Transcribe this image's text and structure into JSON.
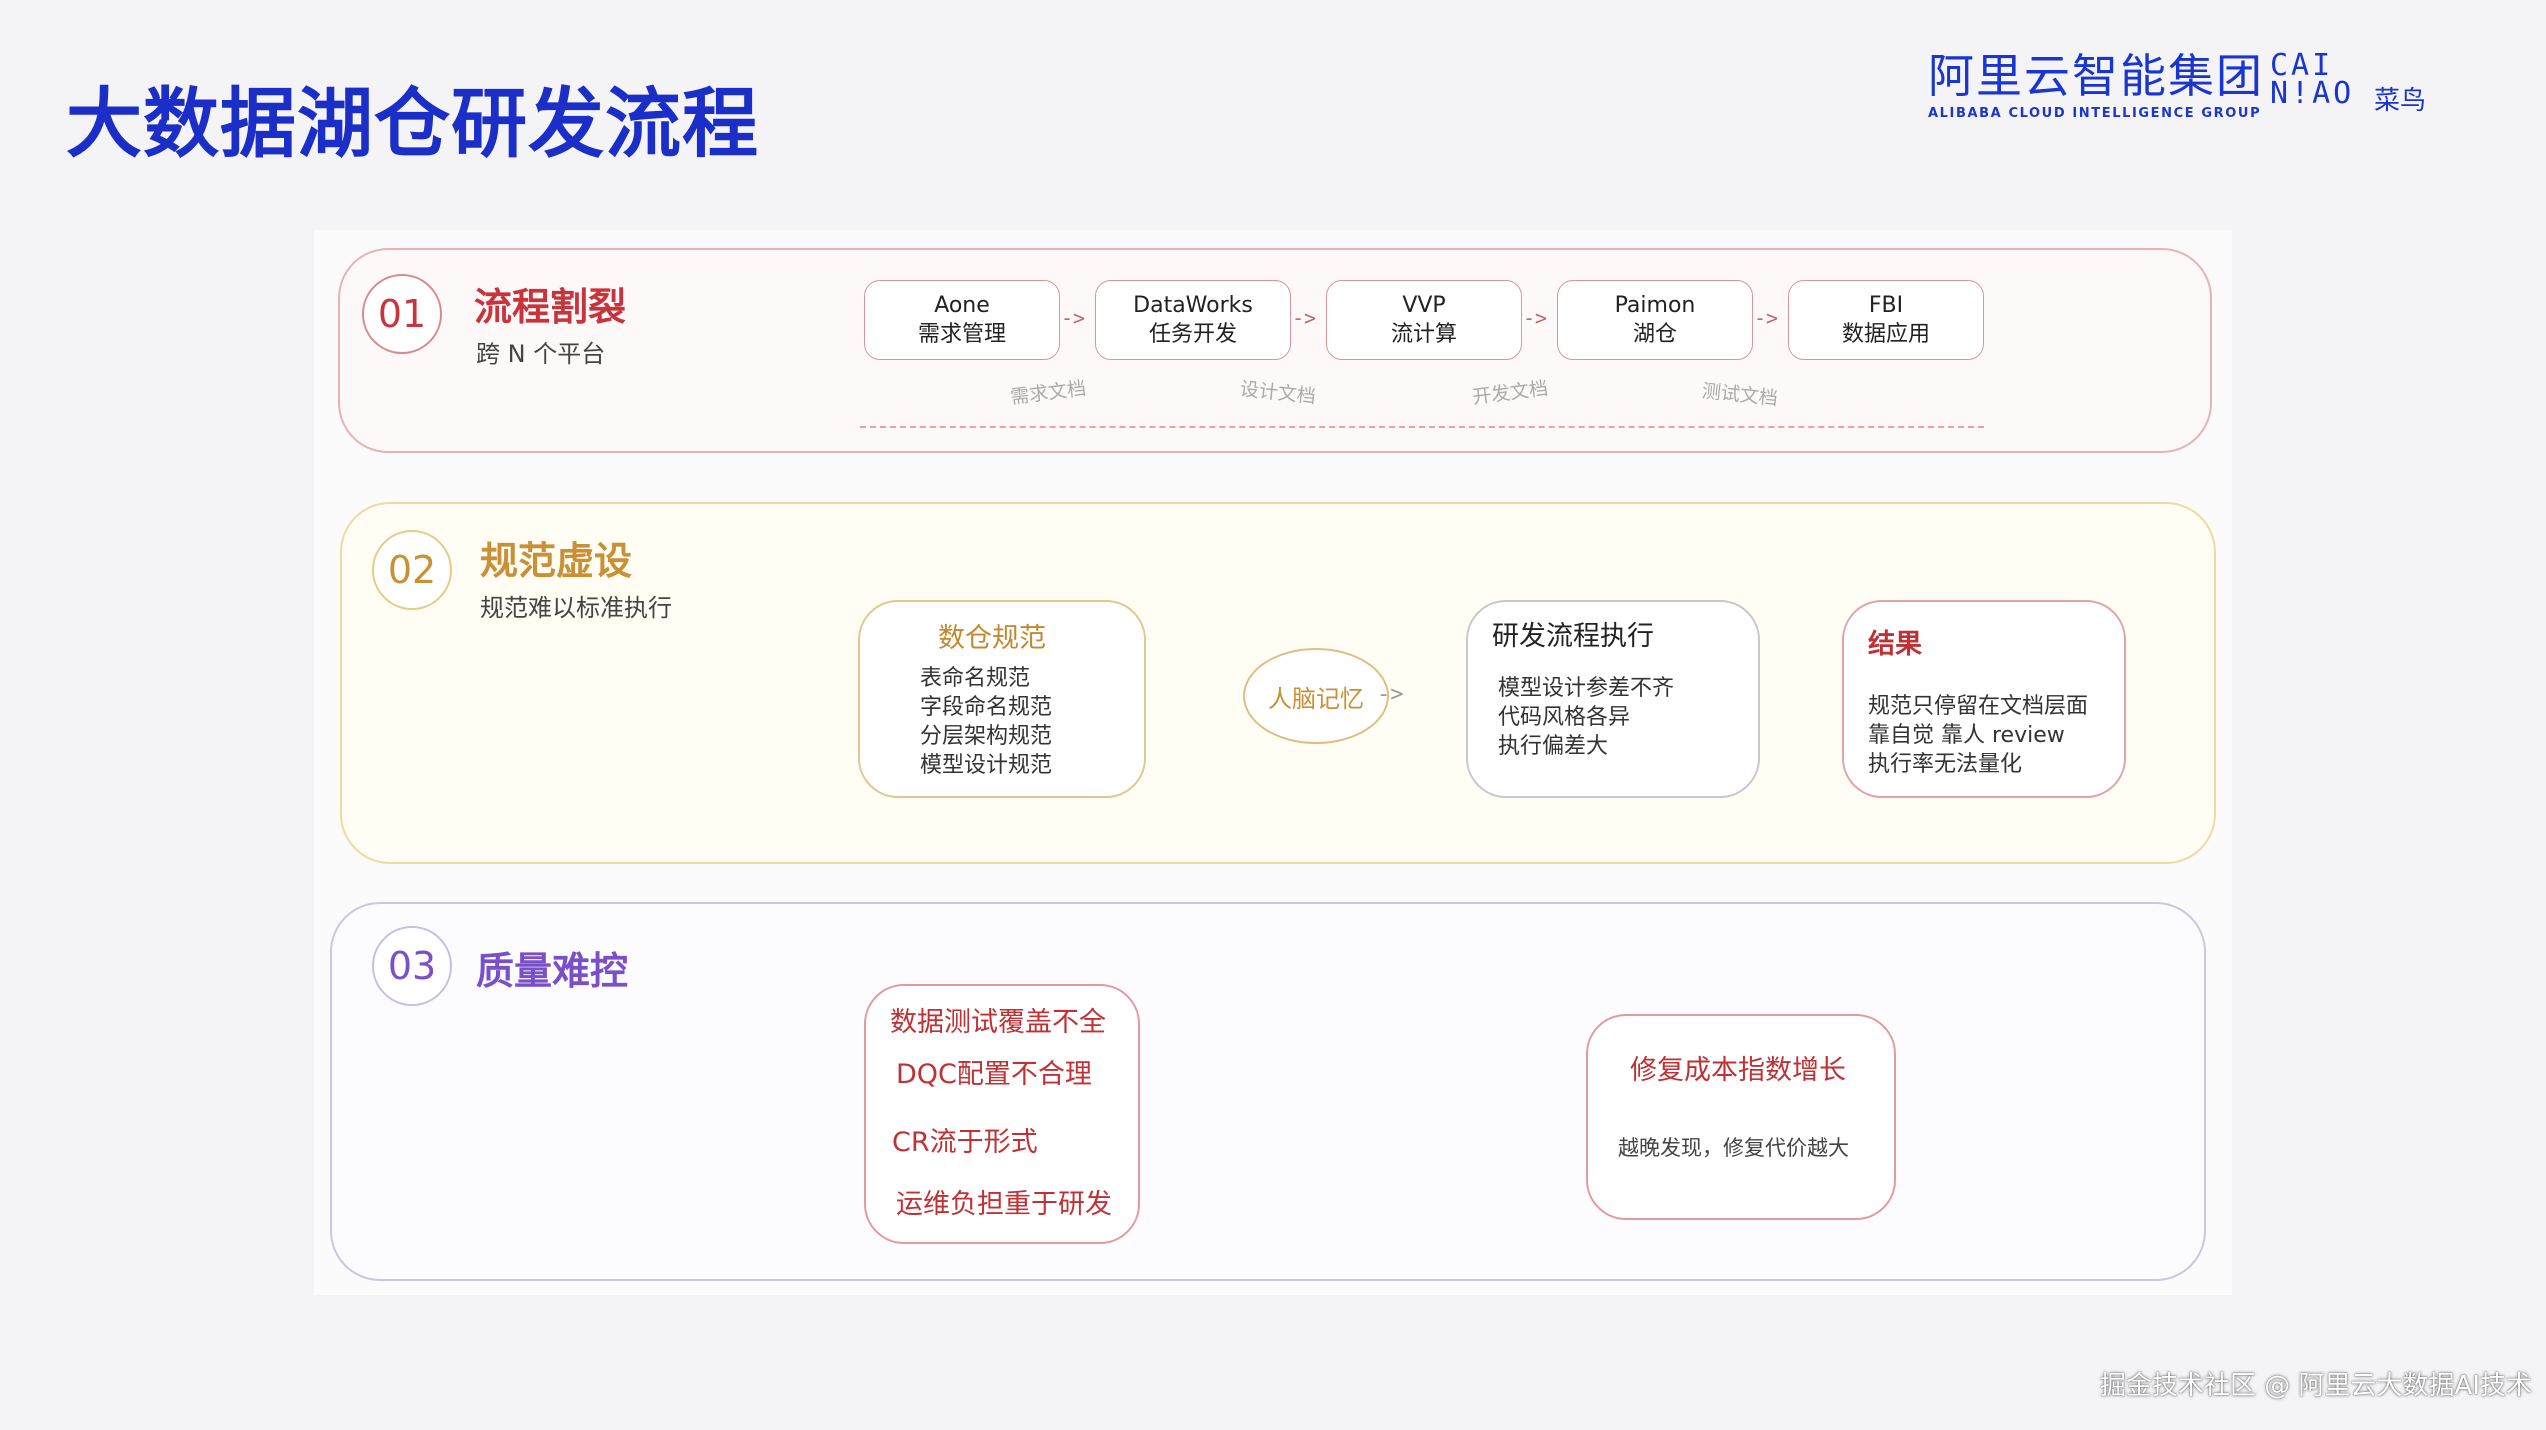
{
  "header": {
    "title": "大数据湖仓研发流程",
    "logo_alibaba_cn": "阿里云智能集团",
    "logo_alibaba_en": "ALIBABA CLOUD INTELLIGENCE GROUP",
    "logo_cainiao_latin": "CAI\nN!AO",
    "logo_cainiao_cn": "菜鸟"
  },
  "sections": {
    "s1": {
      "number": "01",
      "title": "流程割裂",
      "subtitle": "跨 N 个平台",
      "flow": [
        {
          "line1": "Aone",
          "line2": "需求管理"
        },
        {
          "line1": "DataWorks",
          "line2": "任务开发"
        },
        {
          "line1": "VVP",
          "line2": "流计算"
        },
        {
          "line1": "Paimon",
          "line2": "湖仓"
        },
        {
          "line1": "FBI",
          "line2": "数据应用"
        }
      ],
      "arrow": "->",
      "docs": [
        "需求文档",
        "设计文档",
        "开发文档",
        "测试文档"
      ]
    },
    "s2": {
      "number": "02",
      "title": "规范虚设",
      "subtitle": "规范难以标准执行",
      "warehouse": {
        "title": "数仓规范",
        "lines": [
          "表命名规范",
          "字段命名规范",
          "分层架构规范",
          "模型设计规范"
        ]
      },
      "memory": "人脑记忆",
      "memory_arrow": "->",
      "process": {
        "title": "研发流程执行",
        "lines": [
          "模型设计参差不齐",
          "代码风格各异",
          "执行偏差大"
        ]
      },
      "result": {
        "title": "结果",
        "lines": [
          "规范只停留在文档层面",
          "靠自觉 靠人 review",
          "执行率无法量化"
        ]
      }
    },
    "s3": {
      "number": "03",
      "title": "质量难控",
      "issues": [
        "数据测试覆盖不全",
        "DQC配置不合理",
        "CR流于形式",
        "运维负担重于研发"
      ],
      "cost": {
        "title": "修复成本指数增长",
        "desc": "越晚发现，修复代价越大"
      }
    }
  },
  "watermark": "掘金技术社区 @ 阿里云大数据AI技术",
  "colors": {
    "title_blue": "#1b2ec8",
    "s1_red": "#c8343c",
    "s2_gold": "#c99035",
    "s3_purple": "#7a50c8"
  }
}
